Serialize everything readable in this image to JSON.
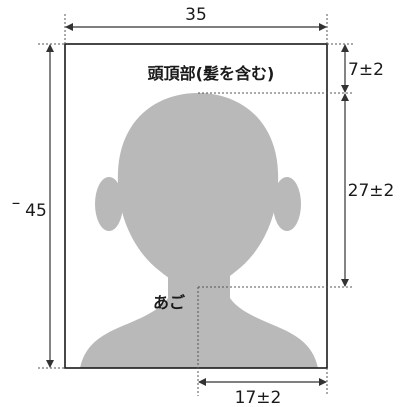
{
  "diagram": {
    "width_label": "35",
    "height_label": "45",
    "height_dash": "–",
    "crown_label": "頭頂部(髪を含む)",
    "top_margin_label": "7±2",
    "face_height_label": "27±2",
    "chin_label": "あご",
    "chin_offset_label": "17±2",
    "colors": {
      "frame": "#1a1a1a",
      "silhouette": "#b9b9b9",
      "dimension_line": "#333333",
      "dotted_guide": "#555555"
    }
  }
}
